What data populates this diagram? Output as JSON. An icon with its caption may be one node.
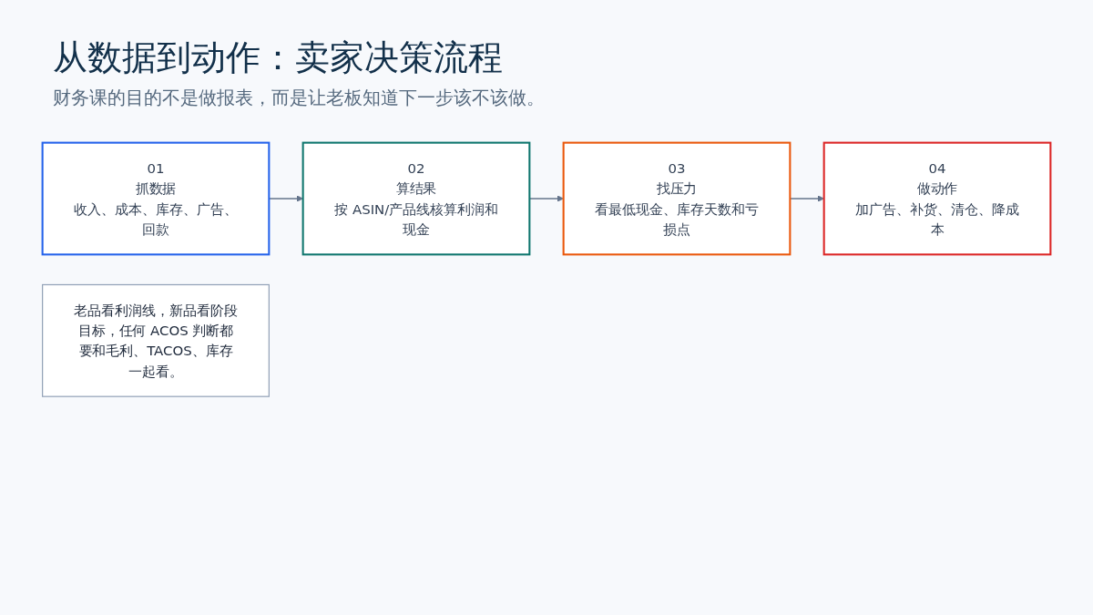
{
  "diagram": {
    "title": "从数据到动作：卖家决策流程",
    "nodes": [
      {
        "text": [
          "01",
          "抓数据",
          "收入、成本、库存、广告、回款"
        ]
      },
      {
        "text": [
          "02",
          "算结果",
          "按 ASIN/产品线核算利润和现金"
        ]
      },
      {
        "text": [
          "03",
          "找压力",
          "看最低现金、库存天数和亏损点"
        ]
      },
      {
        "text": [
          "04",
          "做动作",
          "加广告、补货、清仓、降成本"
        ]
      },
      {
        "text": [
          "老品看利润线，新品看阶段目标，任何 ACOS 判断都要和毛利、TACOS、库存一起看。"
        ]
      }
    ],
    "edges": [
      {
        "from": 0,
        "to": 1,
        "arrow": "to"
      },
      {
        "from": 1,
        "to": 2,
        "arrow": "to"
      },
      {
        "from": 2,
        "to": 3,
        "arrow": "to"
      }
    ],
    "labels": [
      "财务课的目的不是做报表，而是让老板知道下一步该不该做。"
    ]
  }
}
